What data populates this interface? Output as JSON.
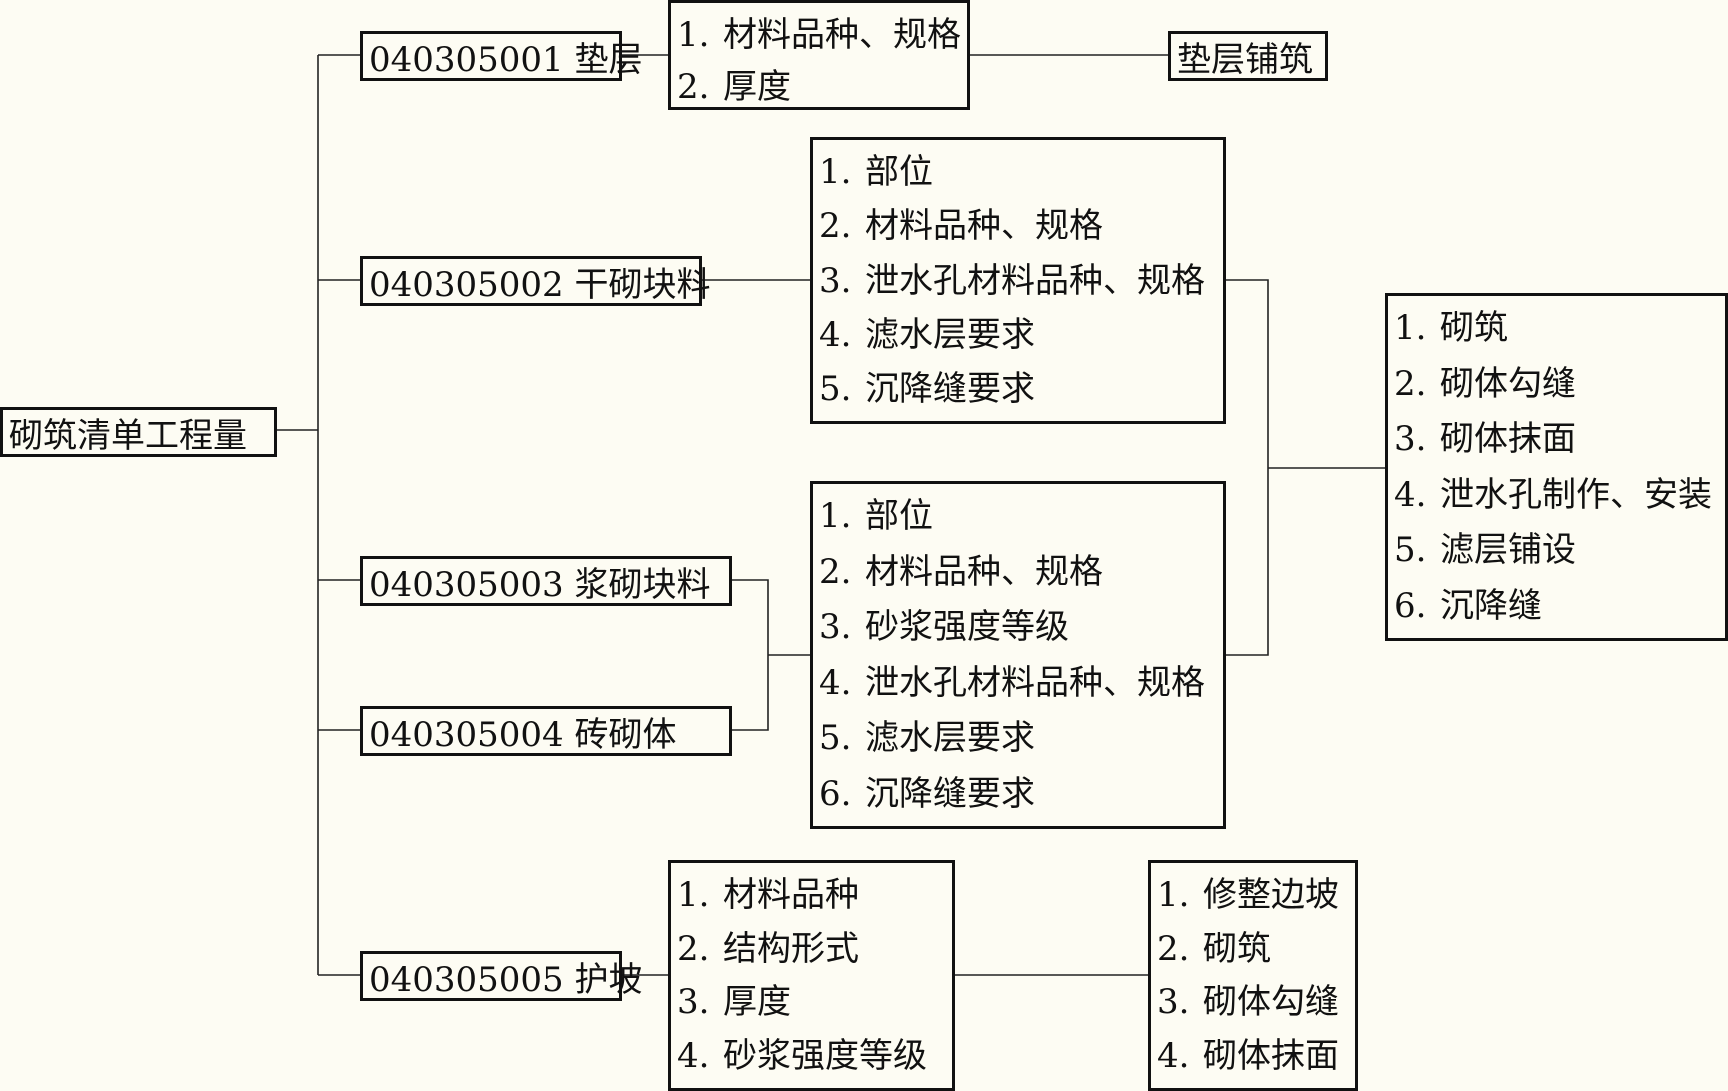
{
  "root": {
    "label": "砌筑清单工程量"
  },
  "items": {
    "i1": {
      "label": "040305001 垫层"
    },
    "i2": {
      "label": "040305002 干砌块料"
    },
    "i3": {
      "label": "040305003 浆砌块料"
    },
    "i4": {
      "label": "040305004 砖砌体"
    },
    "i5": {
      "label": "040305005 护坡"
    }
  },
  "features": {
    "f1": [
      {
        "num": "1.",
        "text": "材料品种、规格"
      },
      {
        "num": "2.",
        "text": "厚度"
      }
    ],
    "f2": [
      {
        "num": "1.",
        "text": "部位"
      },
      {
        "num": "2.",
        "text": "材料品种、规格"
      },
      {
        "num": "3.",
        "text": "泄水孔材料品种、规格"
      },
      {
        "num": "4.",
        "text": "滤水层要求"
      },
      {
        "num": "5.",
        "text": "沉降缝要求"
      }
    ],
    "f3": [
      {
        "num": "1.",
        "text": "部位"
      },
      {
        "num": "2.",
        "text": "材料品种、规格"
      },
      {
        "num": "3.",
        "text": "砂浆强度等级"
      },
      {
        "num": "4.",
        "text": "泄水孔材料品种、规格"
      },
      {
        "num": "5.",
        "text": "滤水层要求"
      },
      {
        "num": "6.",
        "text": "沉降缝要求"
      }
    ],
    "f5": [
      {
        "num": "1.",
        "text": "材料品种"
      },
      {
        "num": "2.",
        "text": "结构形式"
      },
      {
        "num": "3.",
        "text": "厚度"
      },
      {
        "num": "4.",
        "text": "砂浆强度等级"
      }
    ]
  },
  "works": {
    "w1": {
      "label": "垫层铺筑"
    },
    "w2": [
      {
        "num": "1.",
        "text": "砌筑"
      },
      {
        "num": "2.",
        "text": "砌体勾缝"
      },
      {
        "num": "3.",
        "text": "砌体抹面"
      },
      {
        "num": "4.",
        "text": "泄水孔制作、安装"
      },
      {
        "num": "5.",
        "text": "滤层铺设"
      },
      {
        "num": "6.",
        "text": "沉降缝"
      }
    ],
    "w5": [
      {
        "num": "1.",
        "text": "修整边坡"
      },
      {
        "num": "2.",
        "text": "砌筑"
      },
      {
        "num": "3.",
        "text": "砌体勾缝"
      },
      {
        "num": "4.",
        "text": "砌体抹面"
      }
    ]
  },
  "colors": {
    "background": "#fdfcf3",
    "line": "#111111"
  }
}
